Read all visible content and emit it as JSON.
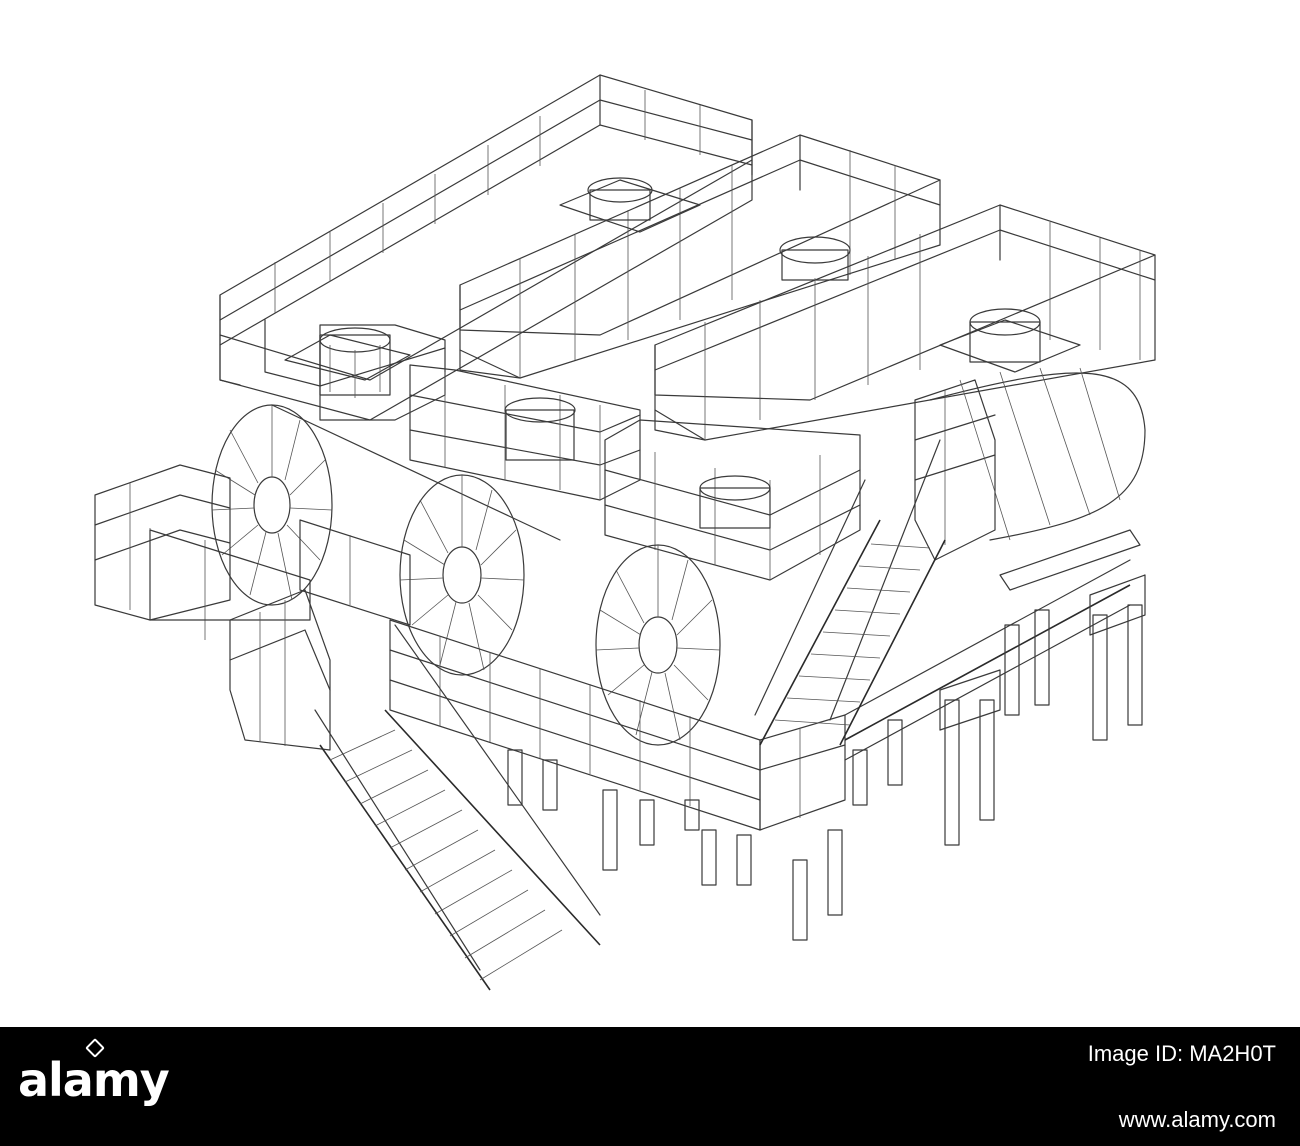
{
  "footer": {
    "brand": "alamy",
    "image_id_label": "Image ID: MA2H0T",
    "image_id": "",
    "site_url": "www.alamy.com"
  },
  "drawing": {
    "line_color": "#3a3a3a",
    "background": "#ffffff"
  }
}
